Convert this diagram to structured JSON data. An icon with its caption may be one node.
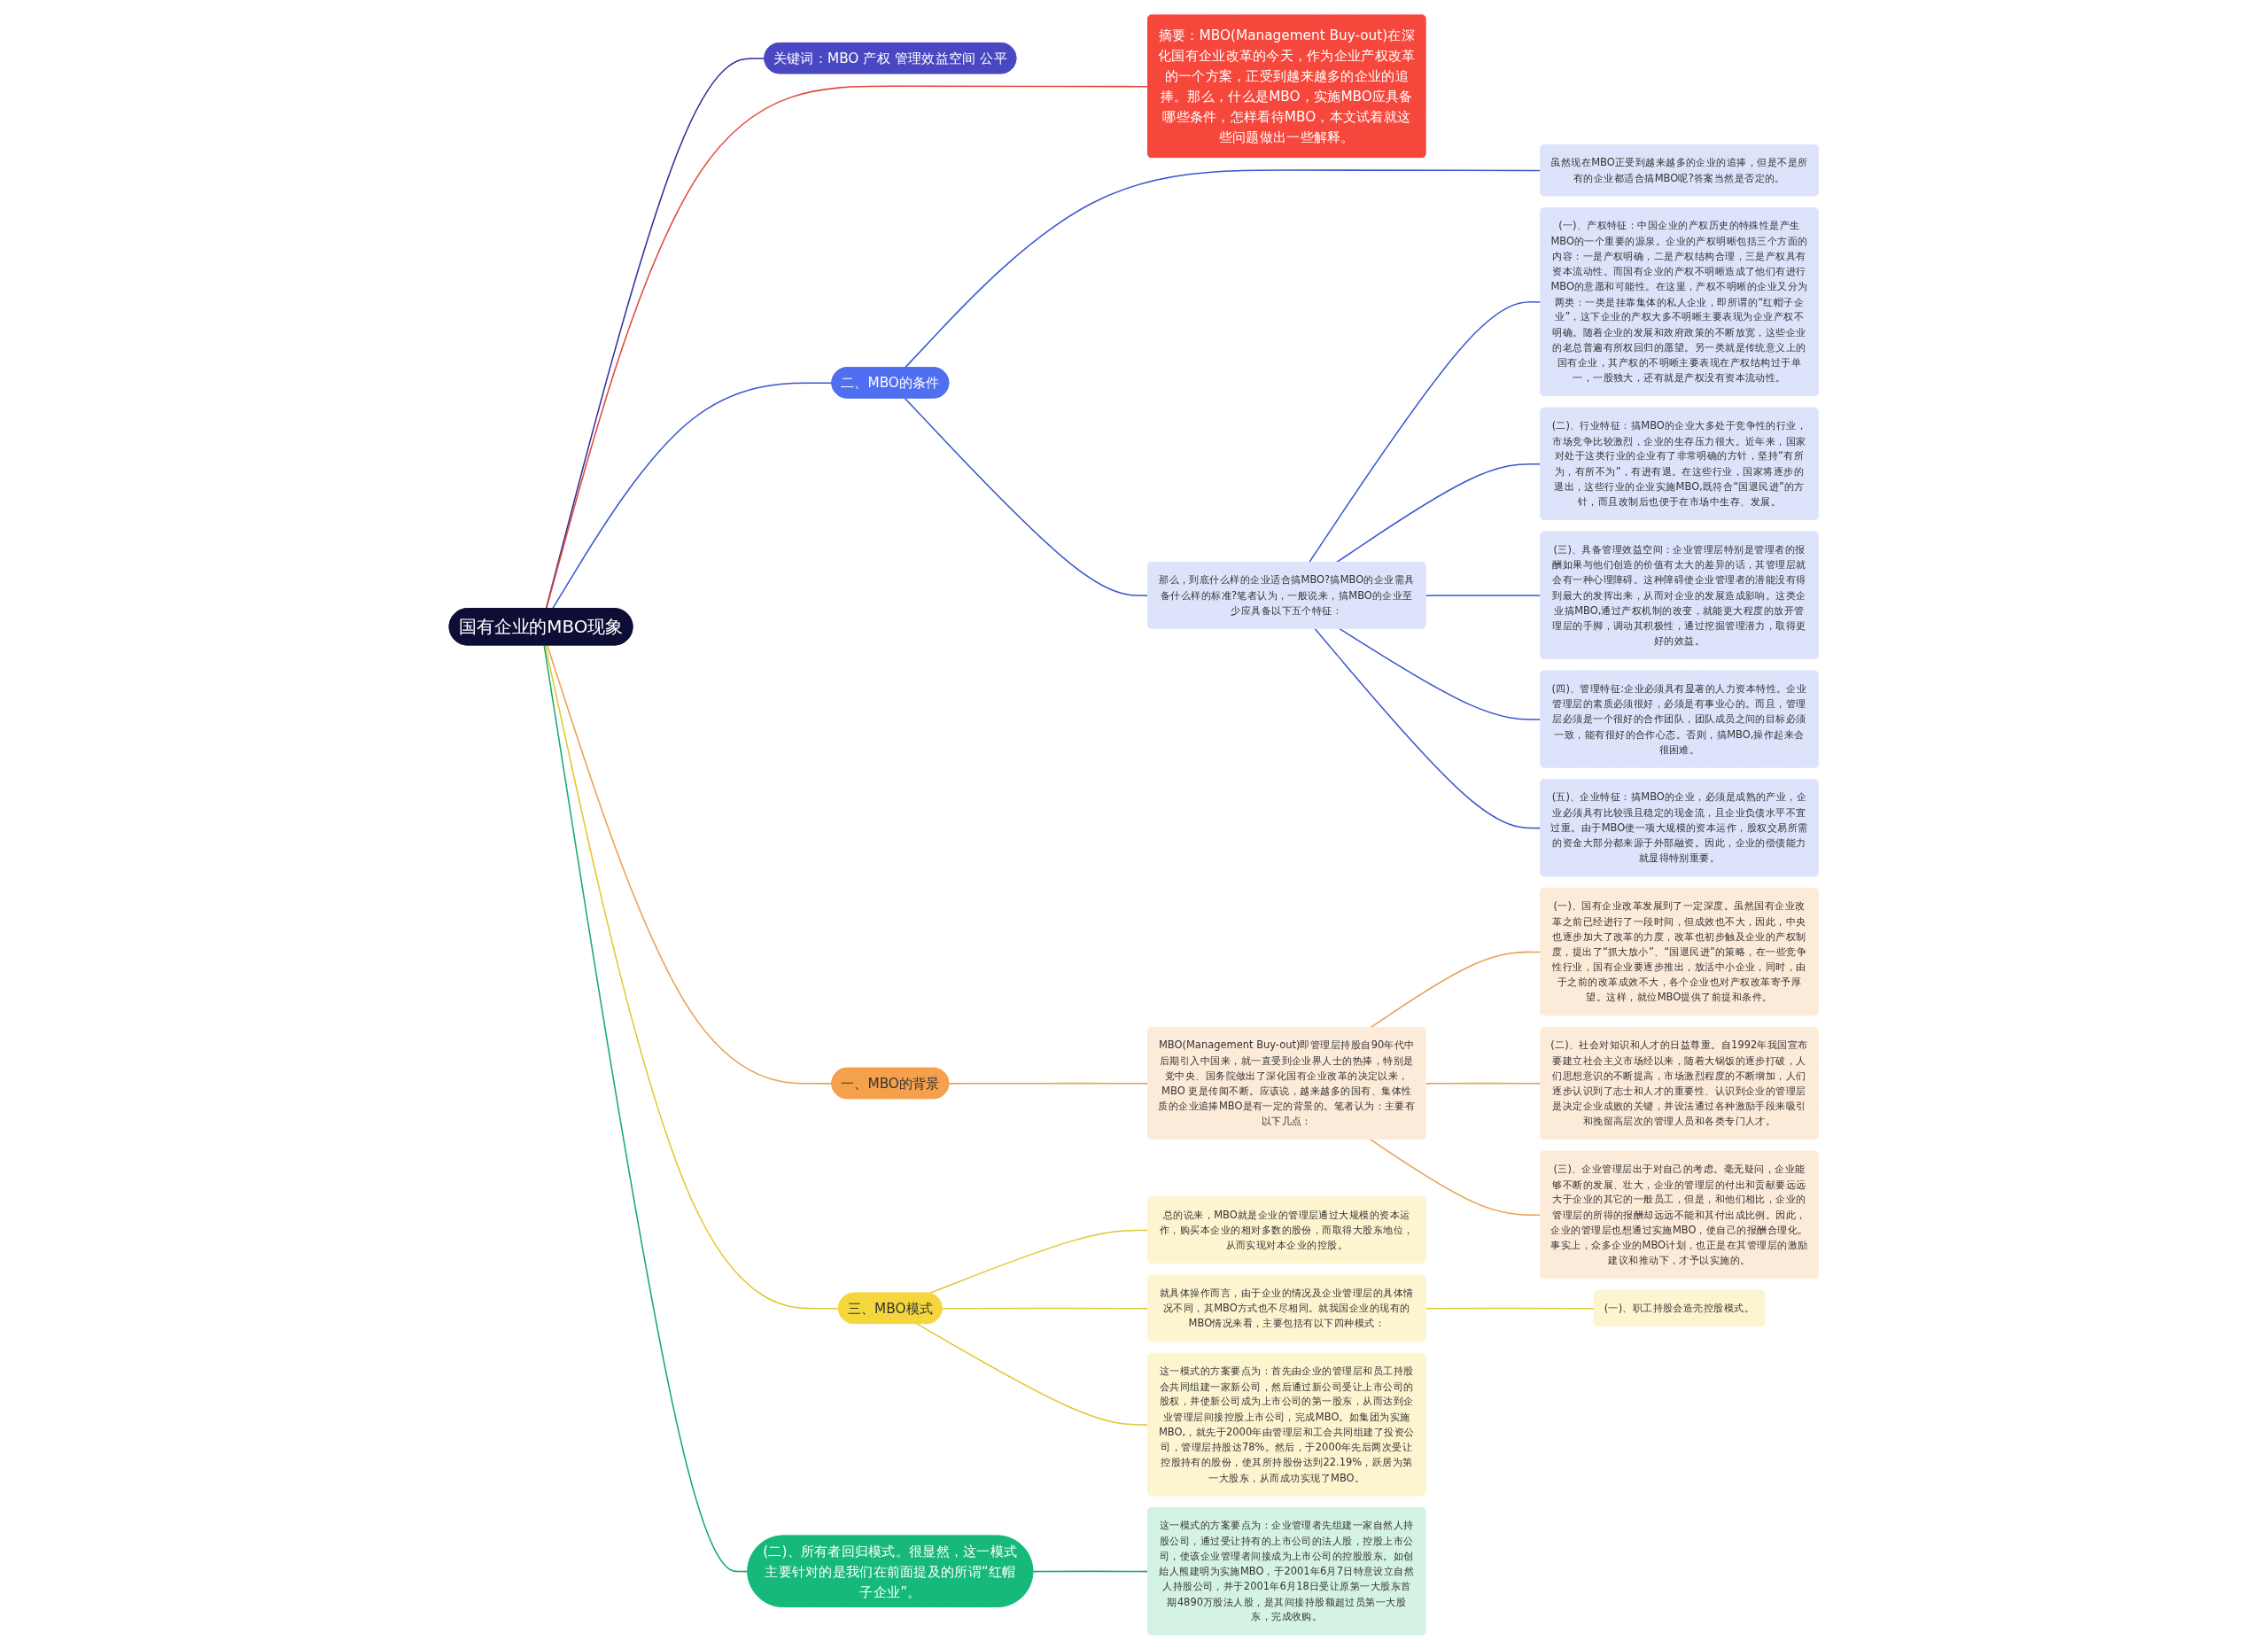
{
  "diagram": {
    "nodes": [
      {
        "text": [
          "国有企业的MBO现象"
        ]
      },
      {
        "text": [
          "关键词：MBO 产权 管理效益空间 公平"
        ]
      },
      {
        "text": [
          "摘要：MBO(Management Buy-out)在深化国有企业改革的今天，作为企业产权改革的一个方案，正受到越来越多的企业的追捧。那么，什么是MBO，实施MBO应具备哪些条件，怎样看待MBO，本文试着就这些问题做出一些解释。"
        ]
      },
      {
        "text": [
          "二、MBO的条件"
        ]
      },
      {
        "text": [
          "虽然现在MBO正受到越来越多的企业的追捧，但是不是所有的企业都适合搞MBO呢?答案当然是否定的。"
        ]
      },
      {
        "text": [
          "那么，到底什么样的企业适合搞MBO?搞MBO的企业需具备什么样的标准?笔者认为，一般说来，搞MBO的企业至少应具备以下五个特征："
        ]
      },
      {
        "text": [
          "(一)、产权特征：中国企业的产权历史的特殊性是产生MBO的一个重要的源泉。企业的产权明晰包括三个方面的内容：一是产权明确，二是产权结构合理，三是产权具有资本流动性。而国有企业的产权不明晰造成了他们有进行MBO的意愿和可能性。在这里，产权不明晰的企业又分为两类：一类是挂靠集体的私人企业，即所谓的“红帽子企业”，这下企业的产权大多不明晰主要表现为企业产权不明确。随着企业的发展和政府政策的不断放宽，这些企业的老总普遍有所权回归的愿望。另一类就是传统意义上的国有企业，其产权的不明晰主要表现在产权结构过于单一，一股独大，还有就是产权没有资本流动性。"
        ]
      },
      {
        "text": [
          "(二)、行业特征：搞MBO的企业大多处于竞争性的行业，市场竞争比较激烈，企业的生存压力很大。近年来，国家对处于这类行业的企业有了非常明确的方针，坚持“有所为，有所不为”，有进有退。在这些行业，国家将逐步的退出，这些行业的企业实施MBO,既符合“国退民进”的方针，而且改制后也便于在市场中生存、发展。"
        ]
      },
      {
        "text": [
          "(三)、具备管理效益空间：企业管理层特别是管理者的报酬如果与他们创造的价值有太大的差异的话，其管理层就会有一种心理障碍。这种障碍使企业管理者的潜能没有得到最大的发挥出来，从而对企业的发展造成影响。这类企业搞MBO,通过产权机制的改变，就能更大程度的放开管理层的手脚，调动其积极性，通过挖掘管理潜力，取得更好的效益。"
        ]
      },
      {
        "text": [
          "(四)、管理特征:企业必须具有显著的人力资本特性。企业管理层的素质必须很好，必须是有事业心的。而且，管理层必须是一个很好的合作团队，团队成员之间的目标必须一致，能有很好的合作心态。否则，搞MBO,操作起来会很困难。"
        ]
      },
      {
        "text": [
          "(五)、企业特征：搞MBO的企业，必须是成熟的产业，企业必须具有比较强且稳定的现金流，且企业负债水平不宜过重。由于MBO使一项大规模的资本运作，股权交易所需的资金大部分都来源于外部融资。因此，企业的偿债能力就显得特别重要。"
        ]
      },
      {
        "text": [
          "一、MBO的背景"
        ]
      },
      {
        "text": [
          "MBO(Management Buy-out)即管理层持股自90年代中后期引入中国来，就一直受到企业界人士的热捧，特别是党中央、国务院做出了深化国有企业改革的决定以来，MBO 更是传闻不断。应该说，越来越多的国有、集体性质的企业追捧MBO是有一定的背景的。笔者认为：主要有以下几点："
        ]
      },
      {
        "text": [
          "(一)、国有企业改革发展到了一定深度。虽然国有企业改革之前已经进行了一段时间，但成效也不大，因此，中央也逐步加大了改革的力度，改革也初步触及企业的产权制度，提出了“抓大放小”、“国退民进”的策略，在一些竞争性行业，国有企业要逐步推出，放活中小企业，同时，由于之前的改革成效不大，各个企业也对产权改革寄予厚望。这样，就位MBO提供了前提和条件。"
        ]
      },
      {
        "text": [
          "(二)、社会对知识和人才的日益尊重。自1992年我国宣布要建立社会主义市场经以来，随着大锅饭的逐步打破，人们思想意识的不断提高，市场激烈程度的不断增加，人们逐步认识到了志士和人才的重要性、认识到企业的管理层是决定企业成败的关键，并设法通过各种激励手段来吸引和挽留高层次的管理人员和各类专门人才。"
        ]
      },
      {
        "text": [
          "(三)、企业管理层出于对自己的考虑。毫无疑问，企业能够不断的发展、壮大，企业的管理层的付出和贡献要远远大于企业的其它的一般员工，但是，和他们相比，企业的管理层的所得的报酬却远远不能和其付出成比例。因此，企业的管理层也想通过实施MBO，使自己的报酬合理化。事实上，众多企业的MBO计划，也正是在其管理层的激励建议和推动下，才予以实施的。"
        ]
      },
      {
        "text": [
          "三、MBO模式"
        ]
      },
      {
        "text": [
          "总的说来，MBO就是企业的管理层通过大规模的资本运作，购买本企业的相对多数的股份，而取得大股东地位，从而实现对本企业的控股。"
        ]
      },
      {
        "text": [
          "就具体操作而言，由于企业的情况及企业管理层的具体情况不同，其MBO方式也不尽相同。就我国企业的现有的MBO情况来看，主要包括有以下四种模式："
        ]
      },
      {
        "text": [
          "(一)、职工持股会造壳控股模式。"
        ]
      },
      {
        "text": [
          "这一模式的方案要点为：首先由企业的管理层和员工持股会共同组建一家新公司，然后通过新公司受让上市公司的股权，并使新公司成为上市公司的第一股东，从而达到企业管理层间接控股上市公司，完成MBO。如集团为实施MBO,，就先于2000年由管理层和工会共同组建了投资公司，管理层持股达78%。然后，于2000年先后两次受让控股持有的股份，使其所持股份达到22.19%，跃居为第一大股东，从而成功实现了MBO。"
        ]
      },
      {
        "text": [
          "(二)、所有者回归模式。很显然，这一模式主要针对的是我们在前面提及的所谓“红帽子企业”。"
        ]
      },
      {
        "text": [
          "这一模式的方案要点为：企业管理者先组建一家自然人持股公司，通过受让持有的上市公司的法人股，控股上市公司，使该企业管理者间接成为上市公司的控股股东。如创始人熊建明为实施MBO，于2001年6月7日特意设立自然人持股公司，并于2001年6月18日受让原第一大股东首期4890万股法人股，是其间接持股额超过员第一大股东，完成收购。"
        ]
      }
    ],
    "edges": [
      {
        "from": 0,
        "to": 1,
        "arrow": "none",
        "color": "#2e2e96"
      },
      {
        "from": 0,
        "to": 2,
        "arrow": "none",
        "color": "#e0473b"
      },
      {
        "from": 0,
        "to": 3,
        "arrow": "none",
        "color": "#3a55d0"
      },
      {
        "from": 3,
        "to": 4,
        "arrow": "none",
        "color": "#3a55d0"
      },
      {
        "from": 3,
        "to": 5,
        "arrow": "none",
        "color": "#3a55d0"
      },
      {
        "from": 5,
        "to": 6,
        "arrow": "none",
        "color": "#3a55d0"
      },
      {
        "from": 5,
        "to": 7,
        "arrow": "none",
        "color": "#3a55d0"
      },
      {
        "from": 5,
        "to": 8,
        "arrow": "none",
        "color": "#3a55d0"
      },
      {
        "from": 5,
        "to": 9,
        "arrow": "none",
        "color": "#3a55d0"
      },
      {
        "from": 5,
        "to": 10,
        "arrow": "none",
        "color": "#3a55d0"
      },
      {
        "from": 0,
        "to": 11,
        "arrow": "none",
        "color": "#e8a050"
      },
      {
        "from": 11,
        "to": 12,
        "arrow": "none",
        "color": "#e8a050"
      },
      {
        "from": 12,
        "to": 13,
        "arrow": "none",
        "color": "#e8a050"
      },
      {
        "from": 12,
        "to": 14,
        "arrow": "none",
        "color": "#e8a050"
      },
      {
        "from": 12,
        "to": 15,
        "arrow": "none",
        "color": "#e8a050"
      },
      {
        "from": 0,
        "to": 16,
        "arrow": "none",
        "color": "#e3c72e"
      },
      {
        "from": 16,
        "to": 17,
        "arrow": "none",
        "color": "#e3c72e"
      },
      {
        "from": 16,
        "to": 18,
        "arrow": "none",
        "color": "#e3c72e"
      },
      {
        "from": 18,
        "to": 19,
        "arrow": "none",
        "color": "#e3c72e"
      },
      {
        "from": 16,
        "to": 20,
        "arrow": "none",
        "color": "#e3c72e"
      },
      {
        "from": 0,
        "to": 21,
        "arrow": "none",
        "color": "#16a86f"
      },
      {
        "from": 21,
        "to": 22,
        "arrow": "none",
        "color": "#16a86f"
      }
    ]
  }
}
